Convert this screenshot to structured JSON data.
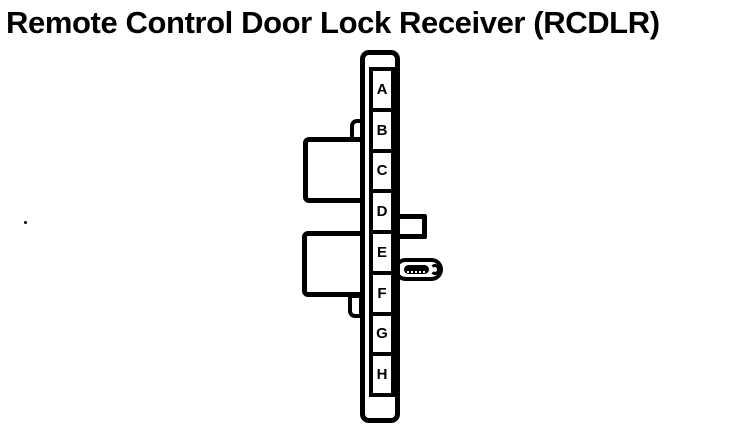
{
  "title": "Remote Control Door Lock Receiver (RCDLR)",
  "connector": {
    "pins": [
      "A",
      "B",
      "C",
      "D",
      "E",
      "F",
      "G",
      "H"
    ]
  },
  "colors": {
    "ink": "#000000",
    "paper": "#ffffff"
  }
}
